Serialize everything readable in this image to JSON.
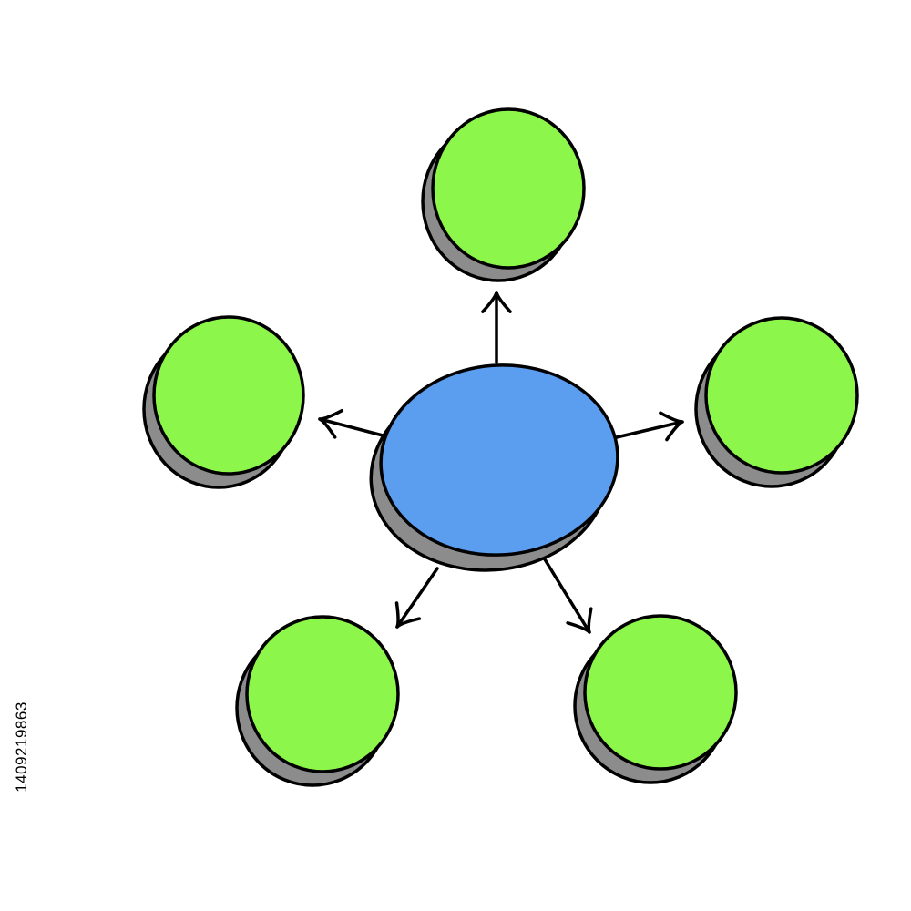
{
  "diagram": {
    "type": "hub-and-spoke",
    "center_node": {
      "label": "",
      "fill": "#5B9DEE"
    },
    "outer_nodes": [
      {
        "id": "top",
        "label": ""
      },
      {
        "id": "right",
        "label": ""
      },
      {
        "id": "bottom-right",
        "label": ""
      },
      {
        "id": "bottom-left",
        "label": ""
      },
      {
        "id": "left",
        "label": ""
      }
    ],
    "edges": [
      {
        "from": "center",
        "to": "top"
      },
      {
        "from": "center",
        "to": "right"
      },
      {
        "from": "center",
        "to": "bottom-right"
      },
      {
        "from": "center",
        "to": "bottom-left"
      },
      {
        "from": "center",
        "to": "left"
      }
    ],
    "colors": {
      "outer_fill": "#8CF64B",
      "shadow": "#8C8C8C",
      "outline": "#000000",
      "background": "#FFFFFF"
    },
    "stock_id": "1409219863"
  }
}
